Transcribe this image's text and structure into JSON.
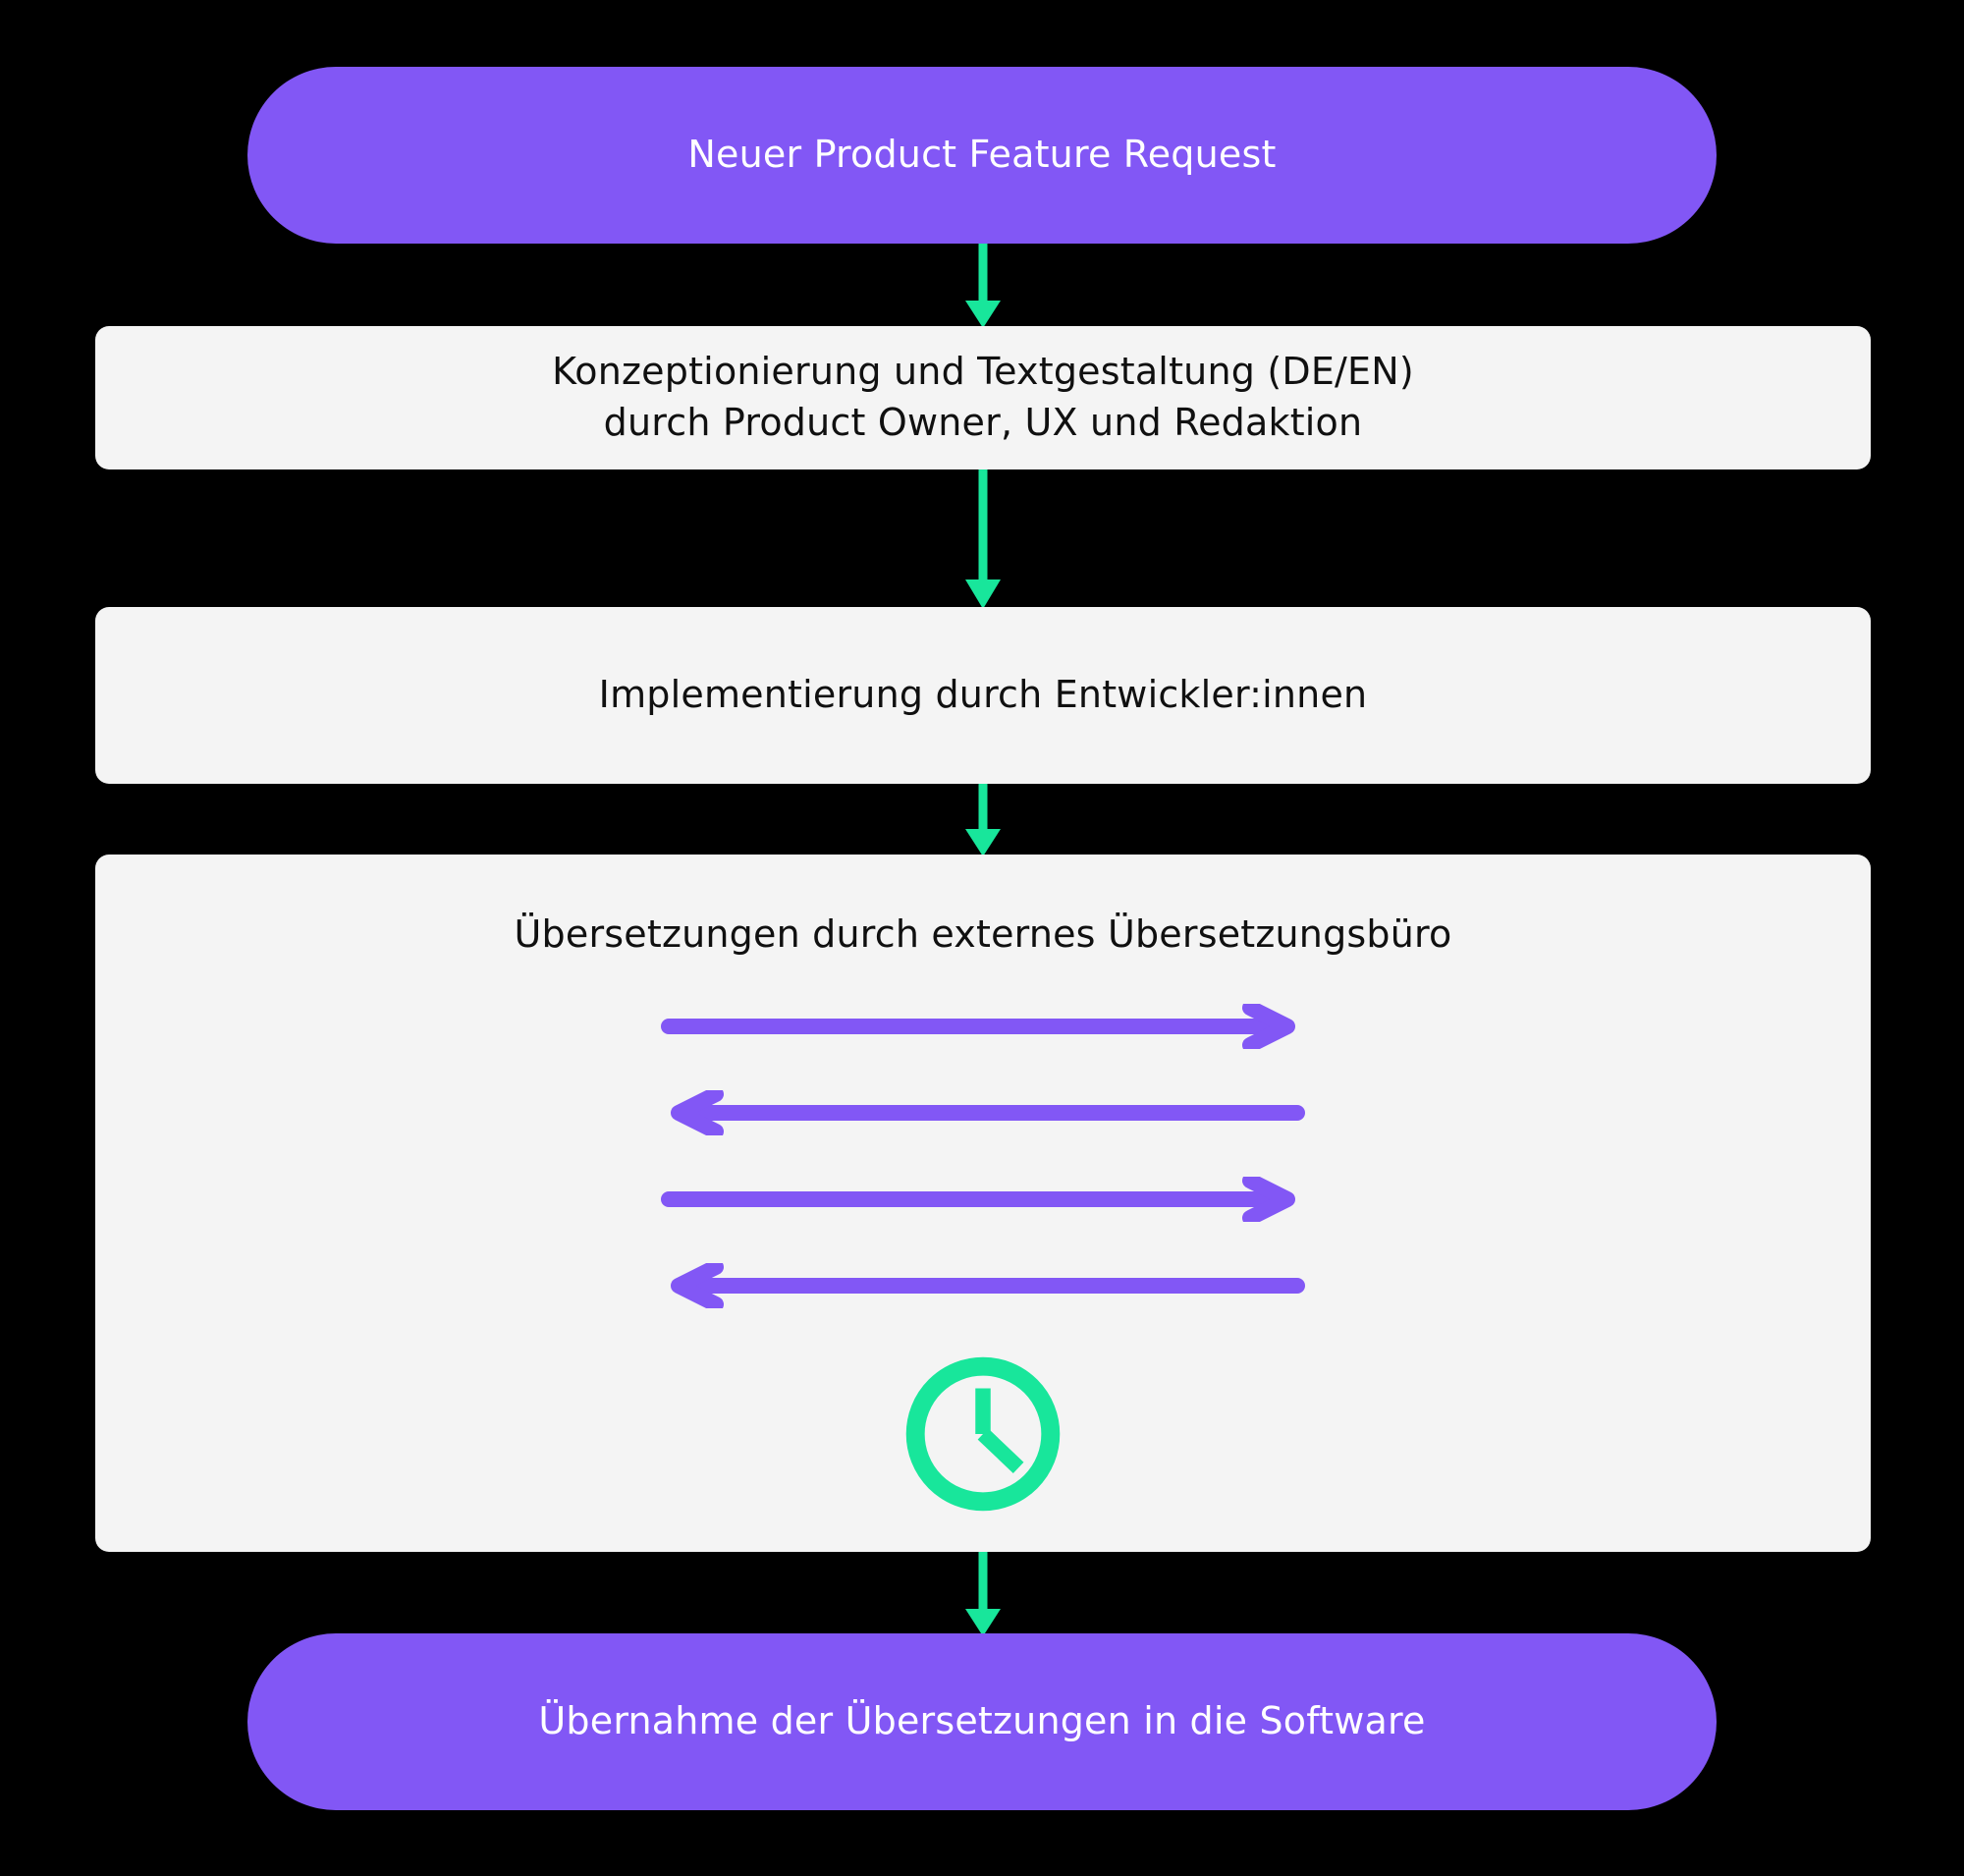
{
  "diagram": {
    "title": "Übersetzungsprozess Flussdiagramm",
    "background_color": "#000000",
    "accent_purple": "#8257f5",
    "accent_green": "#18e69b",
    "node_surface": "#f4f4f4",
    "nodes": [
      {
        "id": "start",
        "shape": "rounded-pill",
        "kind": "terminal",
        "label": "Neuer Product Feature Request",
        "fill": "#8257f5",
        "text_color": "#ffffff"
      },
      {
        "id": "concept",
        "shape": "rounded-rect",
        "kind": "process",
        "label": "Konzeptionierung und Textgestaltung (DE/EN)\ndurch Product Owner, UX und Redaktion",
        "fill": "#f4f4f4",
        "text_color": "#101010"
      },
      {
        "id": "implementation",
        "shape": "rounded-rect",
        "kind": "process",
        "label": "Implementierung durch Entwickler:innen",
        "fill": "#f4f4f4",
        "text_color": "#101010"
      },
      {
        "id": "translation",
        "shape": "rounded-rect",
        "kind": "process",
        "label": "Übersetzungen durch externes Übersetzungsbüro",
        "fill": "#f4f4f4",
        "text_color": "#101010",
        "exchange_arrows": [
          {
            "direction": "right",
            "color": "#8257f5"
          },
          {
            "direction": "left",
            "color": "#8257f5"
          },
          {
            "direction": "right",
            "color": "#8257f5"
          },
          {
            "direction": "left",
            "color": "#8257f5"
          }
        ],
        "icon": "clock-icon",
        "icon_color": "#18e69b",
        "icon_meaning": "Wartezeit"
      },
      {
        "id": "adoption",
        "shape": "rounded-pill",
        "kind": "terminal",
        "label": "Übernahme der Übersetzungen in die Software",
        "fill": "#8257f5",
        "text_color": "#ffffff"
      }
    ],
    "connectors": [
      {
        "id": "c1",
        "from": "start",
        "to": "concept",
        "direction": "down",
        "color": "#18e69b"
      },
      {
        "id": "c2",
        "from": "concept",
        "to": "implementation",
        "direction": "down",
        "color": "#18e69b"
      },
      {
        "id": "c3",
        "from": "implementation",
        "to": "translation",
        "direction": "down",
        "color": "#18e69b"
      },
      {
        "id": "c4",
        "from": "translation",
        "to": "adoption",
        "direction": "down",
        "color": "#18e69b"
      }
    ]
  }
}
